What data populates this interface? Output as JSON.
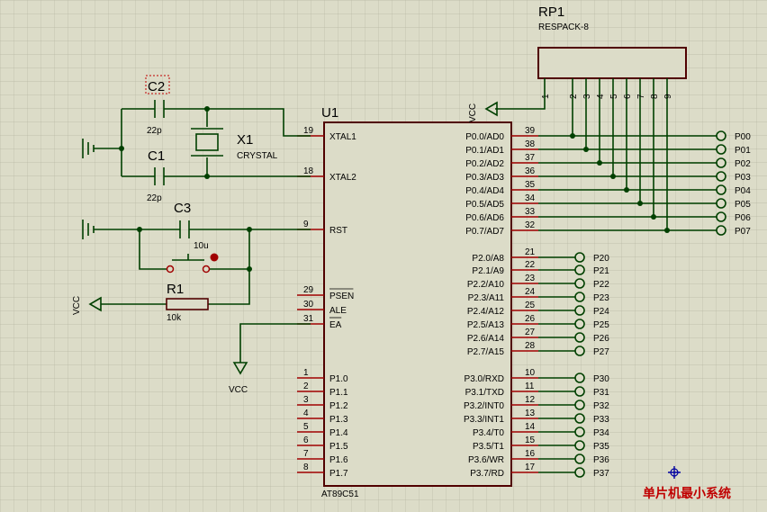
{
  "mcu": {
    "ref": "U1",
    "part": "AT89C51",
    "pins_left": [
      {
        "num": "19",
        "name": "XTAL1"
      },
      {
        "num": "18",
        "name": "XTAL2"
      },
      {
        "num": "9",
        "name": "RST"
      },
      {
        "num": "29",
        "name": "PSEN"
      },
      {
        "num": "30",
        "name": "ALE"
      },
      {
        "num": "31",
        "name": "EA"
      },
      {
        "num": "1",
        "name": "P1.0"
      },
      {
        "num": "2",
        "name": "P1.1"
      },
      {
        "num": "3",
        "name": "P1.2"
      },
      {
        "num": "4",
        "name": "P1.3"
      },
      {
        "num": "5",
        "name": "P1.4"
      },
      {
        "num": "6",
        "name": "P1.5"
      },
      {
        "num": "7",
        "name": "P1.6"
      },
      {
        "num": "8",
        "name": "P1.7"
      }
    ],
    "pins_right": [
      {
        "num": "39",
        "name": "P0.0/AD0",
        "net": "P00"
      },
      {
        "num": "38",
        "name": "P0.1/AD1",
        "net": "P01"
      },
      {
        "num": "37",
        "name": "P0.2/AD2",
        "net": "P02"
      },
      {
        "num": "36",
        "name": "P0.3/AD3",
        "net": "P03"
      },
      {
        "num": "35",
        "name": "P0.4/AD4",
        "net": "P04"
      },
      {
        "num": "34",
        "name": "P0.5/AD5",
        "net": "P05"
      },
      {
        "num": "33",
        "name": "P0.6/AD6",
        "net": "P06"
      },
      {
        "num": "32",
        "name": "P0.7/AD7",
        "net": "P07"
      },
      {
        "num": "21",
        "name": "P2.0/A8",
        "net": "P20"
      },
      {
        "num": "22",
        "name": "P2.1/A9",
        "net": "P21"
      },
      {
        "num": "23",
        "name": "P2.2/A10",
        "net": "P22"
      },
      {
        "num": "24",
        "name": "P2.3/A11",
        "net": "P23"
      },
      {
        "num": "25",
        "name": "P2.4/A12",
        "net": "P24"
      },
      {
        "num": "26",
        "name": "P2.5/A13",
        "net": "P25"
      },
      {
        "num": "27",
        "name": "P2.6/A14",
        "net": "P26"
      },
      {
        "num": "28",
        "name": "P2.7/A15",
        "net": "P27"
      },
      {
        "num": "10",
        "name": "P3.0/RXD",
        "net": "P30"
      },
      {
        "num": "11",
        "name": "P3.1/TXD",
        "net": "P31"
      },
      {
        "num": "12",
        "name": "P3.2/INT0",
        "net": "P32"
      },
      {
        "num": "13",
        "name": "P3.3/INT1",
        "net": "P33"
      },
      {
        "num": "14",
        "name": "P3.4/T0",
        "net": "P34"
      },
      {
        "num": "15",
        "name": "P3.5/T1",
        "net": "P35"
      },
      {
        "num": "16",
        "name": "P3.6/WR",
        "net": "P36"
      },
      {
        "num": "17",
        "name": "P3.7/RD",
        "net": "P37"
      }
    ]
  },
  "rp1": {
    "ref": "RP1",
    "part": "RESPACK-8",
    "pins": [
      "1",
      "2",
      "3",
      "4",
      "5",
      "6",
      "7",
      "8",
      "9"
    ]
  },
  "c1": {
    "ref": "C1",
    "value": "22p"
  },
  "c2": {
    "ref": "C2",
    "value": "22p"
  },
  "c3": {
    "ref": "C3",
    "value": "10u"
  },
  "x1": {
    "ref": "X1",
    "part": "CRYSTAL"
  },
  "r1": {
    "ref": "R1",
    "value": "10k"
  },
  "vcc": "VCC",
  "caption": "单片机最小系统"
}
